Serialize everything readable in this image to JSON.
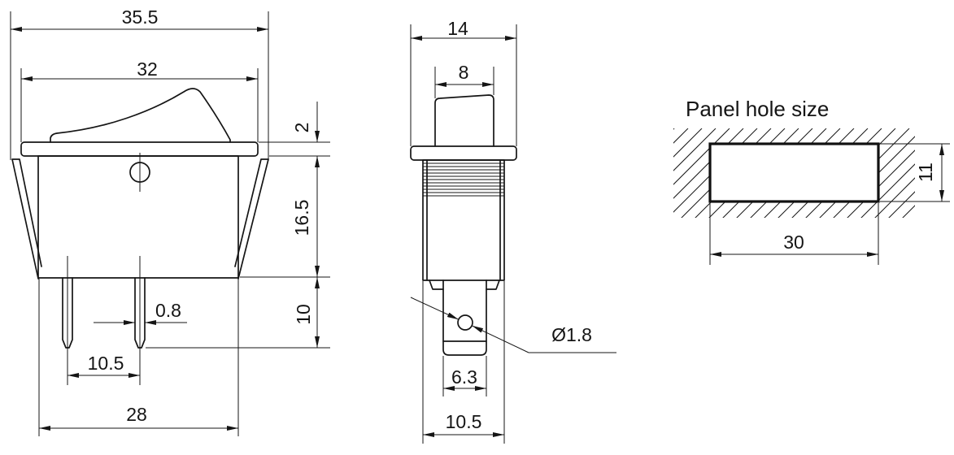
{
  "front_view": {
    "dim_overall_width": "35.5",
    "dim_bezel_width": "32",
    "dim_bezel_thickness": "2",
    "dim_body_height": "16.5",
    "dim_terminal_length": "10",
    "dim_terminal_thickness": "0.8",
    "dim_terminal_spacing": "10.5",
    "dim_body_width": "28"
  },
  "side_view": {
    "dim_bezel_width": "14",
    "dim_actuator_width": "8",
    "dim_hole_diameter": "Ø1.8",
    "dim_terminal_width": "6.3",
    "dim_body_depth": "10.5"
  },
  "panel_hole": {
    "title": "Panel hole size",
    "dim_height": "11",
    "dim_width": "30"
  }
}
